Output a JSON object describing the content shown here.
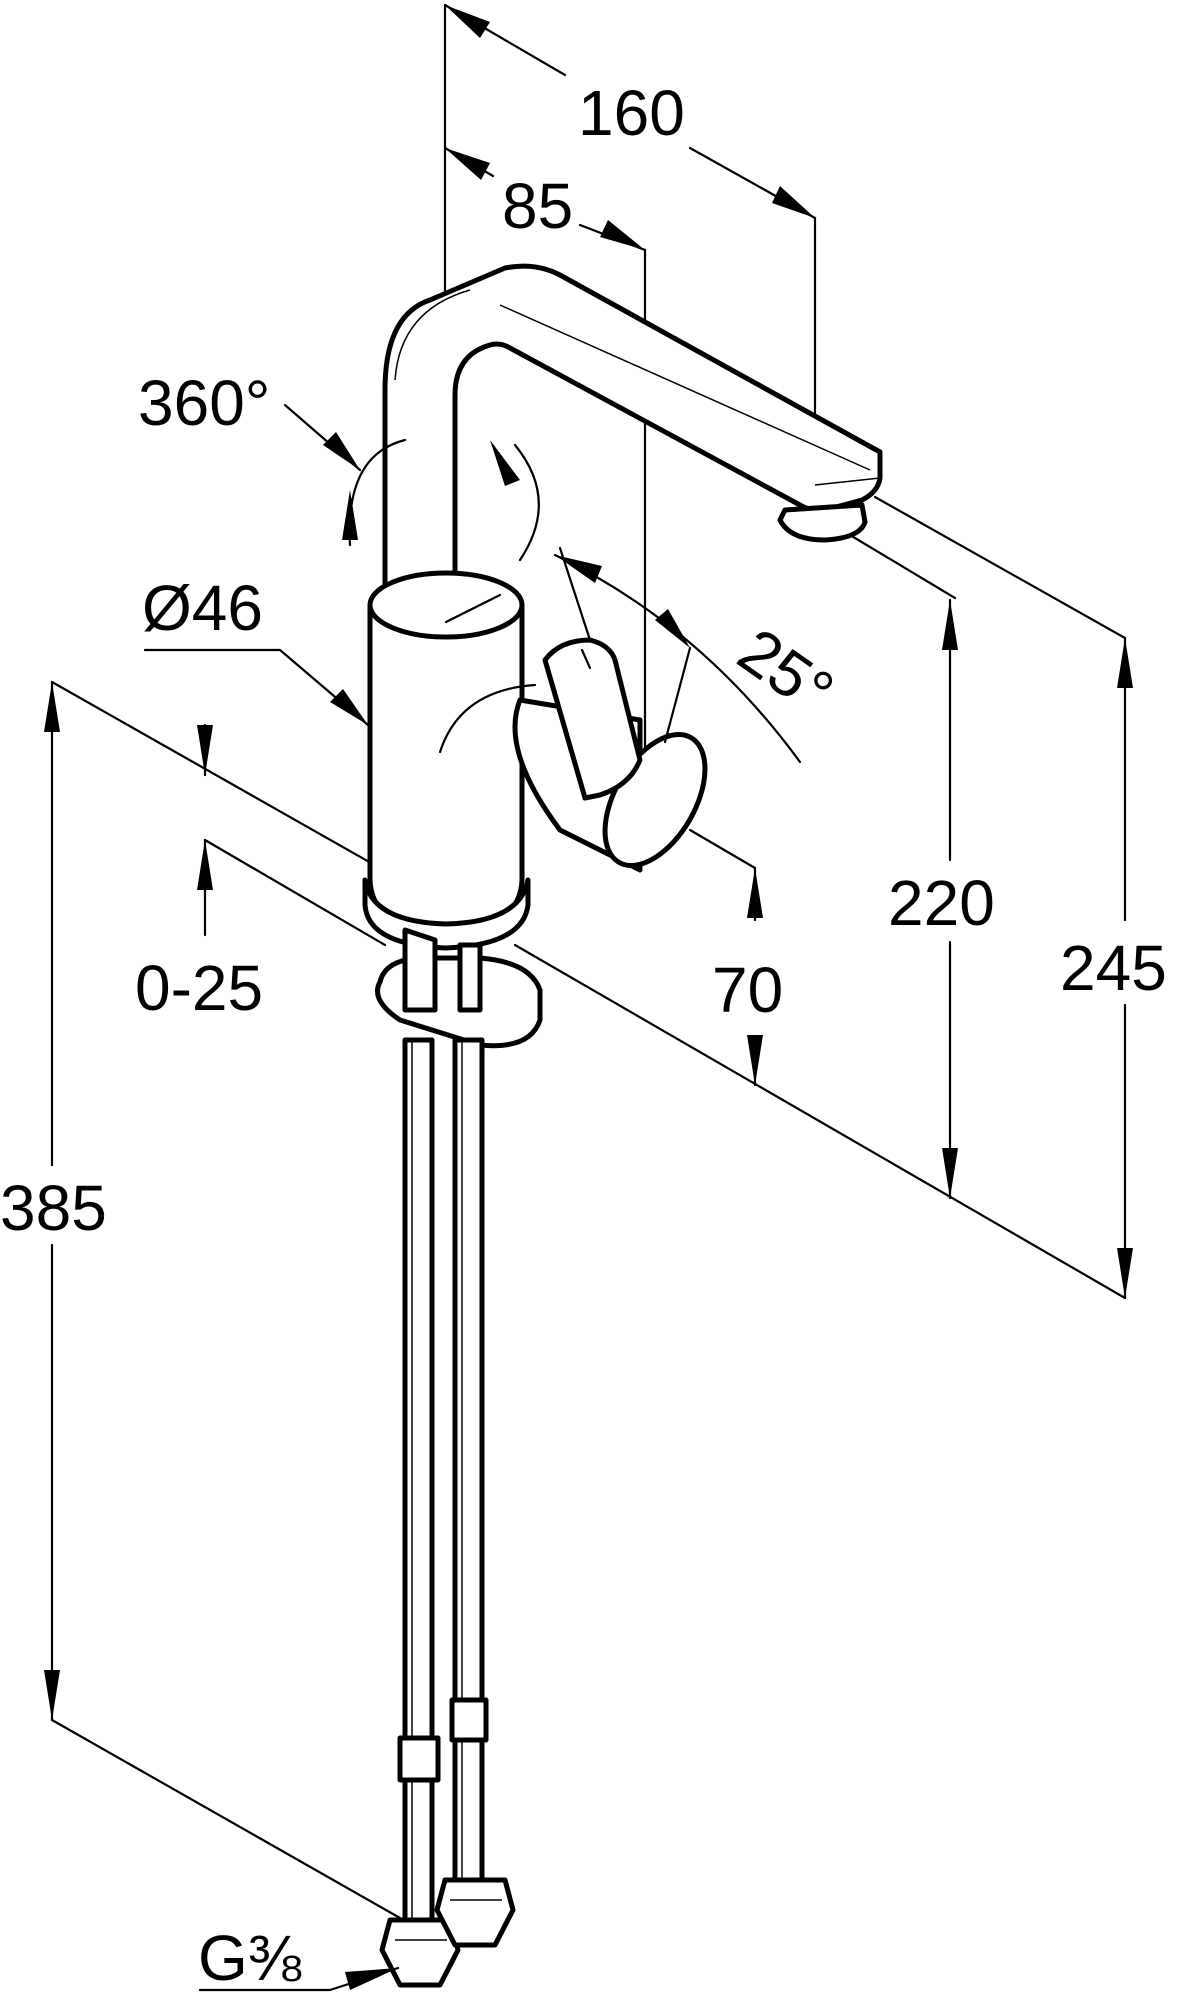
{
  "dimensions": {
    "spout_reach_total": "160",
    "spout_reach_axis": "85",
    "swivel_angle": "360°",
    "body_diameter": "Ø46",
    "lever_angle": "25°",
    "outlet_height": "220",
    "overall_height": "245",
    "lever_height": "70",
    "deck_thickness": "0-25",
    "hose_length": "385",
    "connection_thread": "G⅜"
  },
  "colors": {
    "line": "#000000",
    "background": "#ffffff"
  }
}
